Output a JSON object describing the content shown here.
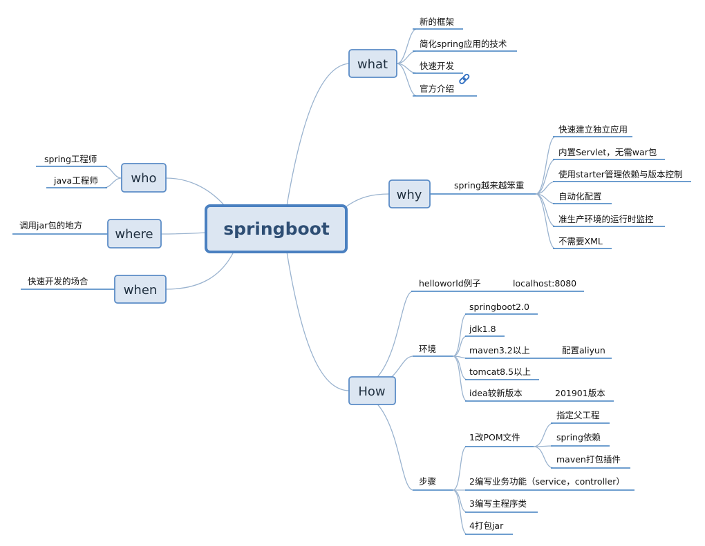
{
  "root": {
    "label": "springboot"
  },
  "branches": {
    "what": {
      "label": "what",
      "items": [
        "新的框架",
        "简化spring应用的技术",
        "快速开发",
        "官方介绍"
      ],
      "link_icon": "link-icon"
    },
    "why": {
      "label": "why",
      "group": "spring越来越笨重",
      "items": [
        "快速建立独立应用",
        "内置Servlet，无需war包",
        "使用starter管理依赖与版本控制",
        "自动化配置",
        "准生产环境的运行时监控",
        "不需要XML"
      ]
    },
    "who": {
      "label": "who",
      "items": [
        "spring工程师",
        "java工程师"
      ]
    },
    "where": {
      "label": "where",
      "items": [
        "调用jar包的地方"
      ]
    },
    "when": {
      "label": "when",
      "items": [
        "快速开发的场合"
      ]
    },
    "how": {
      "label": "How",
      "helloworld": {
        "label": "helloworld例子",
        "child": "localhost:8080"
      },
      "env": {
        "label": "环境",
        "items": [
          "springboot2.0",
          "jdk1.8",
          "maven3.2以上",
          "tomcat8.5以上",
          "idea较新版本"
        ],
        "maven_child": "配置aliyun",
        "idea_child": "201901版本"
      },
      "steps": {
        "label": "步骤",
        "step1": "1改POM文件",
        "step1_children": [
          "指定父工程",
          "spring依赖",
          "maven打包插件"
        ],
        "step2": "2编写业务功能（service，controller）",
        "step3": "3编写主程序类",
        "step4": "4打包jar"
      }
    }
  }
}
